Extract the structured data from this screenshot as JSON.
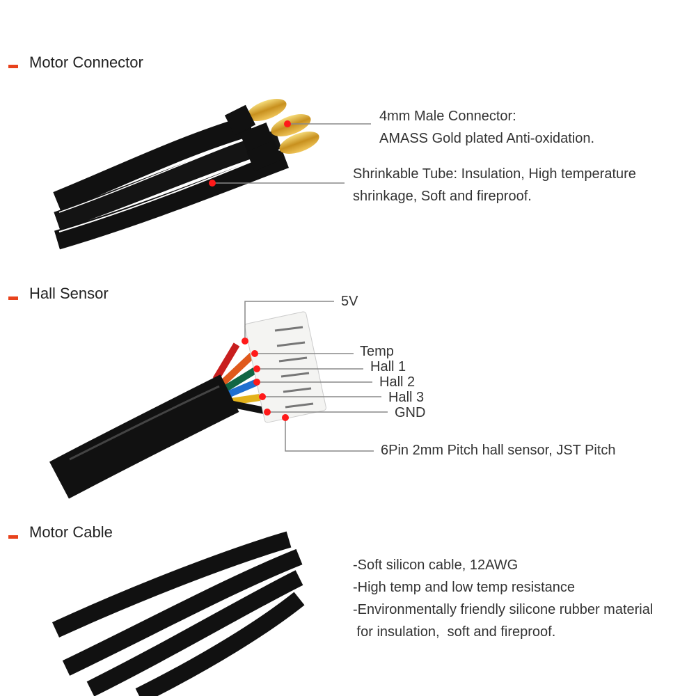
{
  "sections": {
    "motor_connector": {
      "title": "Motor Connector",
      "connector_label": [
        "4mm Male Connector:",
        "AMASS Gold plated Anti-oxidation."
      ],
      "tube_label": [
        "Shrinkable Tube: Insulation, High temperature",
        "shrinkage, Soft and fireproof."
      ]
    },
    "hall_sensor": {
      "title": "Hall Sensor",
      "pins": [
        "5V",
        "Temp",
        "Hall 1",
        "Hall 2",
        "Hall 3",
        "GND"
      ],
      "connector_label": "6Pin 2mm Pitch hall sensor, JST Pitch"
    },
    "motor_cable": {
      "title": "Motor Cable",
      "features": [
        "-Soft silicon cable, 12AWG",
        "-High temp and low temp resistance",
        "-Environmentally friendly silicone rubber material",
        " for insulation,  soft and fireproof."
      ]
    }
  },
  "colors": {
    "marker": "#e8421c",
    "dot": "#ff1a1a",
    "gold": "#d9a52a"
  }
}
